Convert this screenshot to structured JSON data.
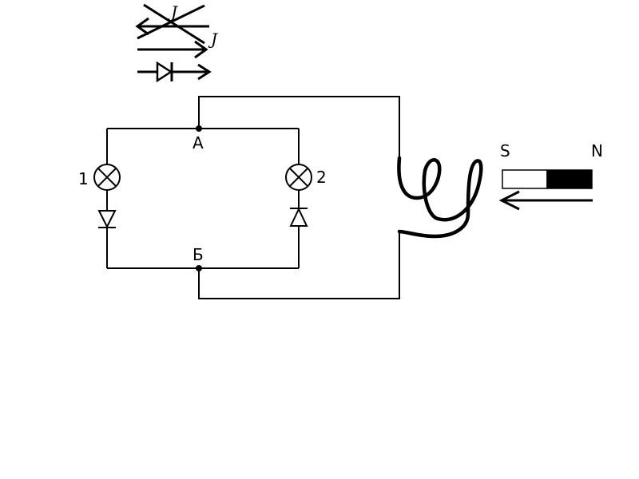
{
  "legend": {
    "current_crossed": "J",
    "current_allowed": "J"
  },
  "nodes": {
    "a": "А",
    "b": "Б"
  },
  "lamps": {
    "lamp_1": "1",
    "lamp_2": "2"
  },
  "magnet": {
    "pole_s": "S",
    "pole_n": "N"
  },
  "colors": {
    "line": "#000000",
    "magnet_n_fill": "#000000",
    "magnet_s_fill": "#ffffff"
  }
}
